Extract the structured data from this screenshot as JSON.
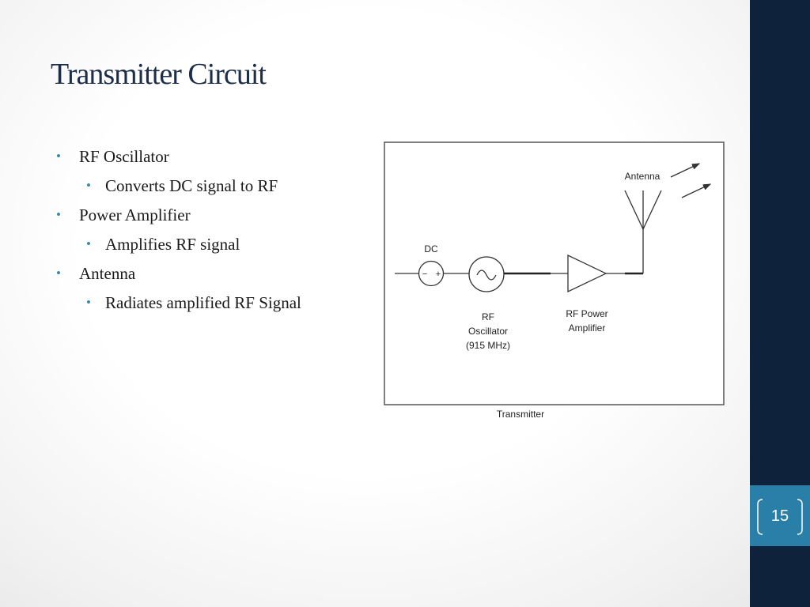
{
  "slide": {
    "title": "Transmitter Circuit",
    "page_number": "15"
  },
  "bullets": [
    {
      "level": 1,
      "text": "RF Oscillator"
    },
    {
      "level": 2,
      "text": "Converts DC signal to RF"
    },
    {
      "level": 1,
      "text": "Power Amplifier"
    },
    {
      "level": 2,
      "text": "Amplifies RF signal"
    },
    {
      "level": 1,
      "text": "Antenna"
    },
    {
      "level": 2,
      "text": "Radiates amplified RF Signal"
    }
  ],
  "diagram": {
    "dc_label": "DC",
    "dc_minus": "−",
    "dc_plus": "+",
    "oscillator_label_1": "RF",
    "oscillator_label_2": "Oscillator",
    "oscillator_label_3": "(915 MHz)",
    "amplifier_label_1": "RF Power",
    "amplifier_label_2": "Amplifier",
    "antenna_label": "Antenna",
    "caption": "Transmitter"
  },
  "colors": {
    "sidebar": "#0e223b",
    "page_tab": "#2a7fa8",
    "title": "#1b2e4a",
    "bullet": "#3a88b0"
  }
}
